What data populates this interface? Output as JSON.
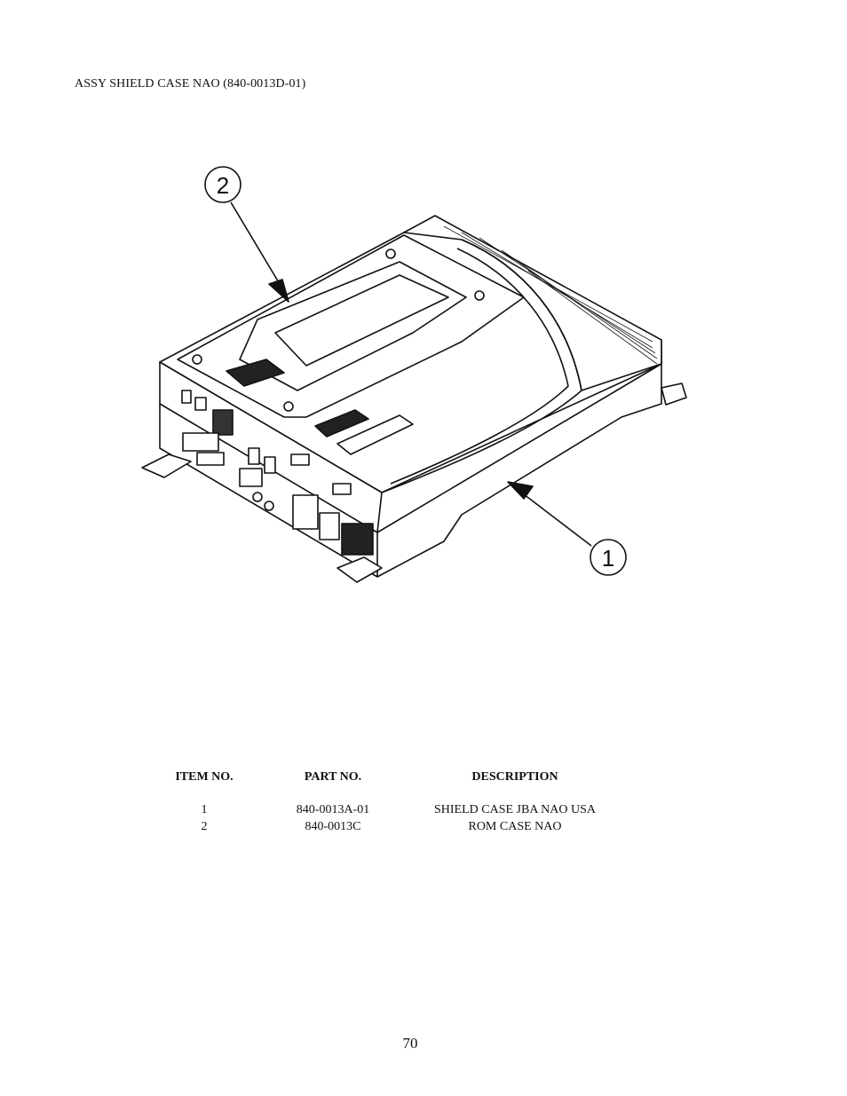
{
  "title": "ASSY SHIELD CASE NAO  (840-0013D-01)",
  "figure": {
    "callouts": [
      "2",
      "1"
    ]
  },
  "parts_table": {
    "headers": [
      "ITEM NO.",
      "PART NO.",
      "DESCRIPTION"
    ],
    "rows": [
      {
        "item": "1",
        "part": "840-0013A-01",
        "description": "SHIELD CASE JBA NAO USA"
      },
      {
        "item": "2",
        "part": "840-0013C",
        "description": "ROM CASE  NAO"
      }
    ]
  },
  "page_number": "70"
}
